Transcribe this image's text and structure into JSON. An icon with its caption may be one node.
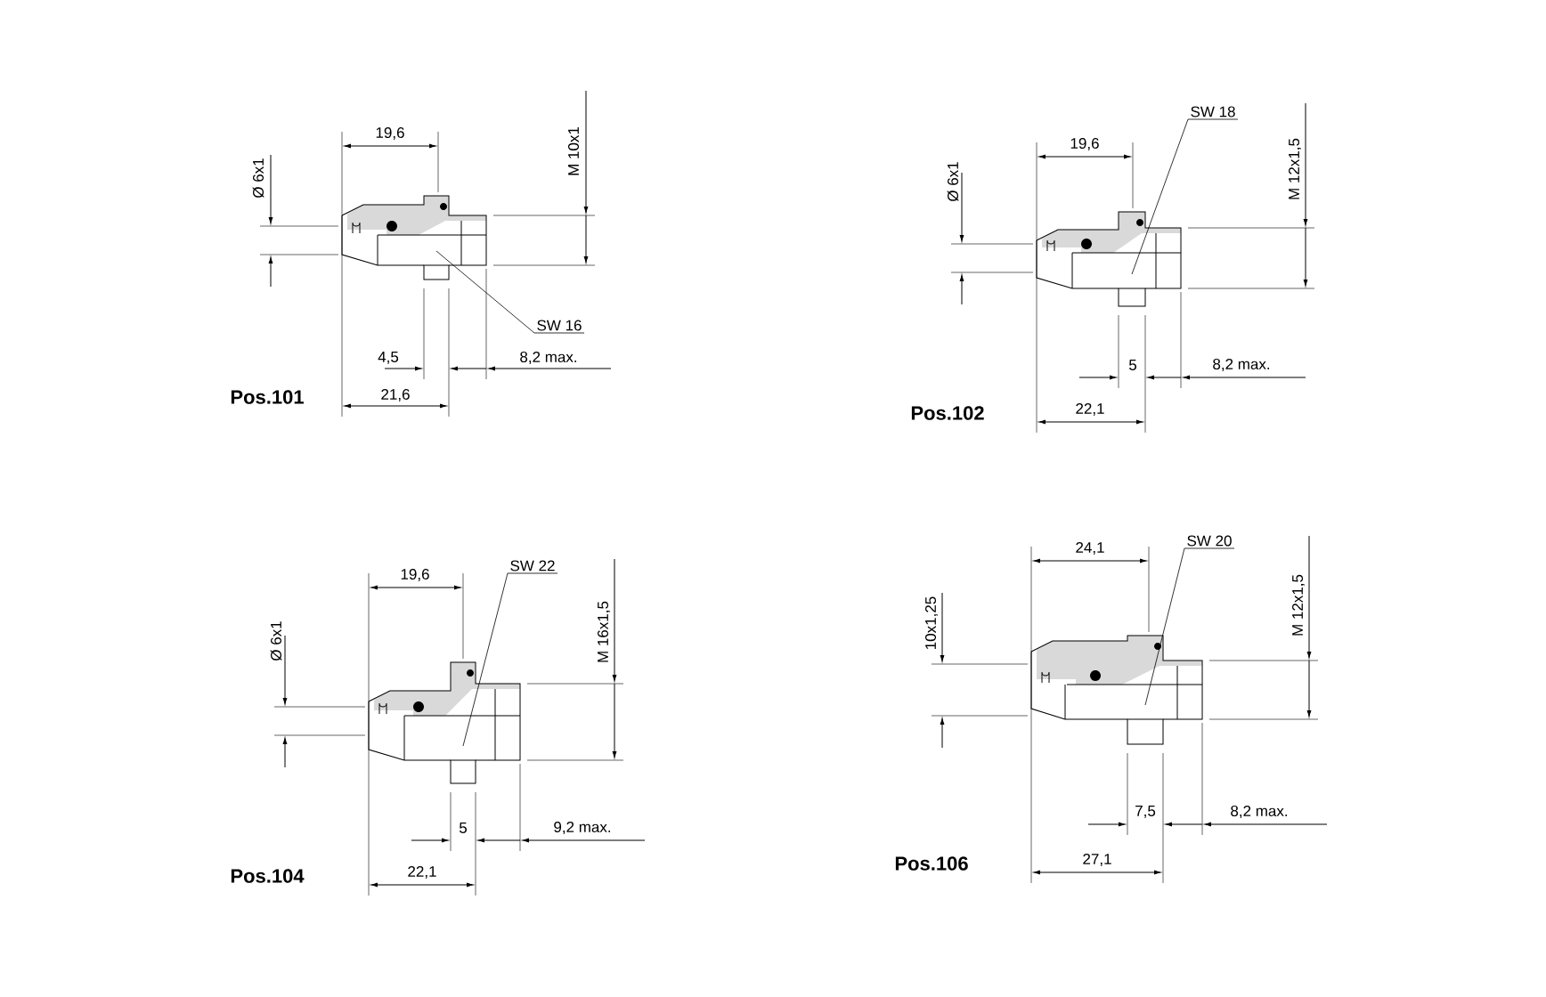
{
  "diagram": {
    "nodes": [
      {
        "text": [
          "SW 16"
        ]
      },
      {
        "text": [
          "SW 18"
        ]
      },
      {
        "text": [
          "SW 22"
        ]
      },
      {
        "text": [
          "SW 20"
        ]
      }
    ],
    "edges": [
      {
        "from": 0,
        "to": null,
        "arrow": "none"
      },
      {
        "from": 1,
        "to": null,
        "arrow": "none"
      },
      {
        "from": 2,
        "to": null,
        "arrow": "none"
      },
      {
        "from": 3,
        "to": null,
        "arrow": "none"
      }
    ],
    "labels": [
      "Ø 6x1",
      "19,6",
      "M 10x1",
      "4,5",
      "8,2 max.",
      "Pos.101",
      "21,6",
      "Ø 6x1",
      "19,6",
      "M 12x1,5",
      "5",
      "8,2 max.",
      "Pos.102",
      "22,1",
      "Ø 6x1",
      "19,6",
      "M 16x1,5",
      "5",
      "9,2 max.",
      "Pos.104",
      "22,1",
      "10x1,25",
      "24,1",
      "M 12x1,5",
      "7,5",
      "8,2 max.",
      "Pos.106",
      "27,1"
    ]
  }
}
